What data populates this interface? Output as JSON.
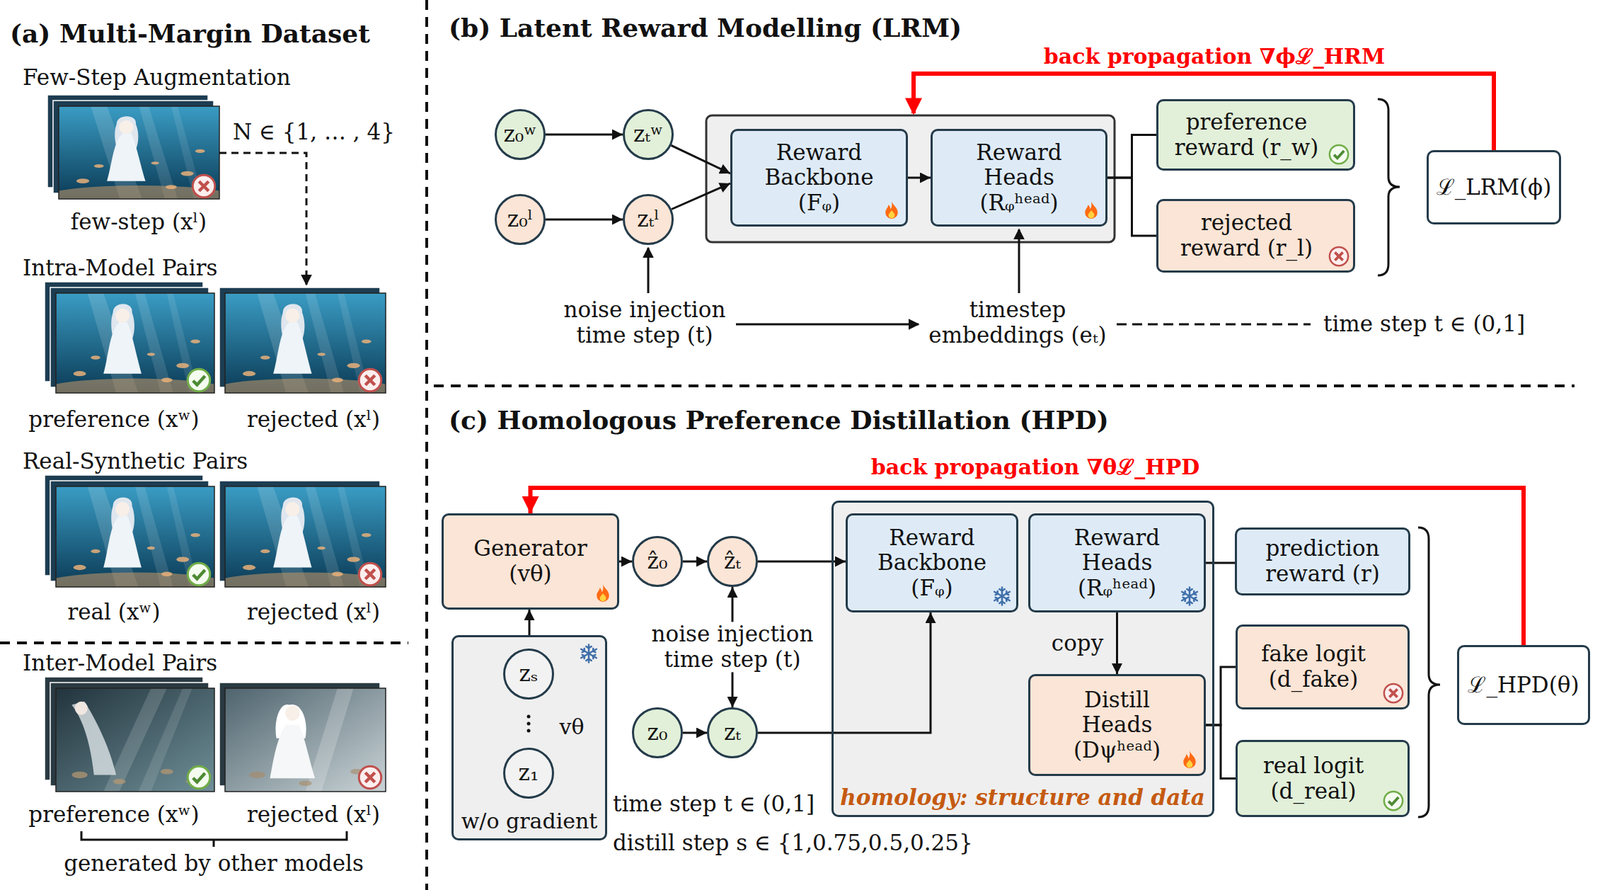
{
  "diagram": {
    "nodes": [
      {
        "text": [
          "z₀ʷ"
        ]
      },
      {
        "text": [
          "zₜʷ"
        ]
      },
      {
        "text": [
          "z₀ˡ"
        ]
      },
      {
        "text": [
          "zₜˡ"
        ]
      },
      {
        "text": [
          "Reward Backbone (Fᵩ)"
        ]
      },
      {
        "text": [
          "Reward Heads (Rᵩʰᵉᵃᵈ)"
        ]
      },
      {
        "text": [
          "preference reward (r_w)"
        ]
      },
      {
        "text": [
          "rejected reward (r_l)"
        ]
      },
      {
        "text": [
          "ℒ_LRM(ϕ)"
        ]
      },
      {
        "text": [
          "Generator (vθ)"
        ]
      },
      {
        "text": [
          "vθ",
          "w/o gradient"
        ]
      },
      {
        "text": [
          "zₛ"
        ],
        "in": 10
      },
      {
        "text": [
          "z₁"
        ],
        "in": 10
      },
      {
        "text": [
          "ẑ₀"
        ]
      },
      {
        "text": [
          "ẑₜ"
        ]
      },
      {
        "text": [
          "z₀"
        ]
      },
      {
        "text": [
          "zₜ"
        ]
      },
      {
        "text": [
          "homology: structure and data"
        ]
      },
      {
        "text": [
          "Reward Backbone (Fᵩ)"
        ],
        "in": 17
      },
      {
        "text": [
          "Reward Heads (Rᵩʰᵉᵃᵈ)"
        ],
        "in": 17
      },
      {
        "text": [
          "Distill Heads (Dψʰᵉᵃᵈ)"
        ],
        "in": 17
      },
      {
        "text": [
          "prediction reward (r)"
        ]
      },
      {
        "text": [
          "fake logit (d_fake)"
        ]
      },
      {
        "text": [
          "real logit (d_real)"
        ]
      },
      {
        "text": [
          "ℒ_HPD(θ)"
        ]
      }
    ],
    "edges": [
      {
        "from": 0,
        "to": 1,
        "arrow": "to"
      },
      {
        "from": 2,
        "to": 3,
        "arrow": "to"
      },
      {
        "from": 1,
        "to": 4,
        "arrow": "to"
      },
      {
        "from": 3,
        "to": 4,
        "arrow": "to"
      },
      {
        "from": 4,
        "to": 5,
        "arrow": "to"
      },
      {
        "from": 5,
        "to": 6,
        "arrow": "none"
      },
      {
        "from": 5,
        "to": 7,
        "arrow": "none"
      },
      {
        "from": 10,
        "to": 9,
        "arrow": "to"
      },
      {
        "from": 9,
        "to": 13,
        "arrow": "to"
      },
      {
        "from": 13,
        "to": 14,
        "arrow": "to"
      },
      {
        "from": 14,
        "to": 18,
        "arrow": "to"
      },
      {
        "from": 15,
        "to": 16,
        "arrow": "to"
      },
      {
        "from": 16,
        "to": 18,
        "arrow": "to"
      },
      {
        "from": 14,
        "to": 16,
        "label": "noise injection time step (t)",
        "arrow": "both"
      },
      {
        "from": 19,
        "to": 20,
        "label": "copy",
        "arrow": "to"
      },
      {
        "from": 19,
        "to": 21,
        "arrow": "none"
      },
      {
        "from": 20,
        "to": 22,
        "arrow": "none"
      },
      {
        "from": 20,
        "to": 23,
        "arrow": "none"
      },
      {
        "from": 24,
        "to": 9,
        "label": "back propagation ∇θℒ_HPD",
        "arrow": "to"
      }
    ],
    "labels": [
      "(a) Multi-Margin Dataset",
      "Few-Step Augmentation",
      "N ∈ {1, … , 4}",
      "few-step (xˡ)",
      "Intra-Model Pairs",
      "preference (xʷ)",
      "rejected (xˡ)",
      "Real-Synthetic Pairs",
      "real (xʷ)",
      "rejected (xˡ)",
      "Inter-Model Pairs",
      "preference (xʷ)",
      "rejected (xˡ)",
      "generated by other models",
      "(b) Latent Reward Modelling (LRM)",
      "back propagation ∇ϕℒ_HRM",
      "noise injection time step (t)",
      "timestep embeddings (eₜ)",
      "time step t ∈ (0,1]",
      "(c) Homologous Preference Distillation (HPD)",
      "time step t ∈ (0,1]",
      "distill step s ∈ {1,0.75,0.5,0.25}"
    ]
  }
}
